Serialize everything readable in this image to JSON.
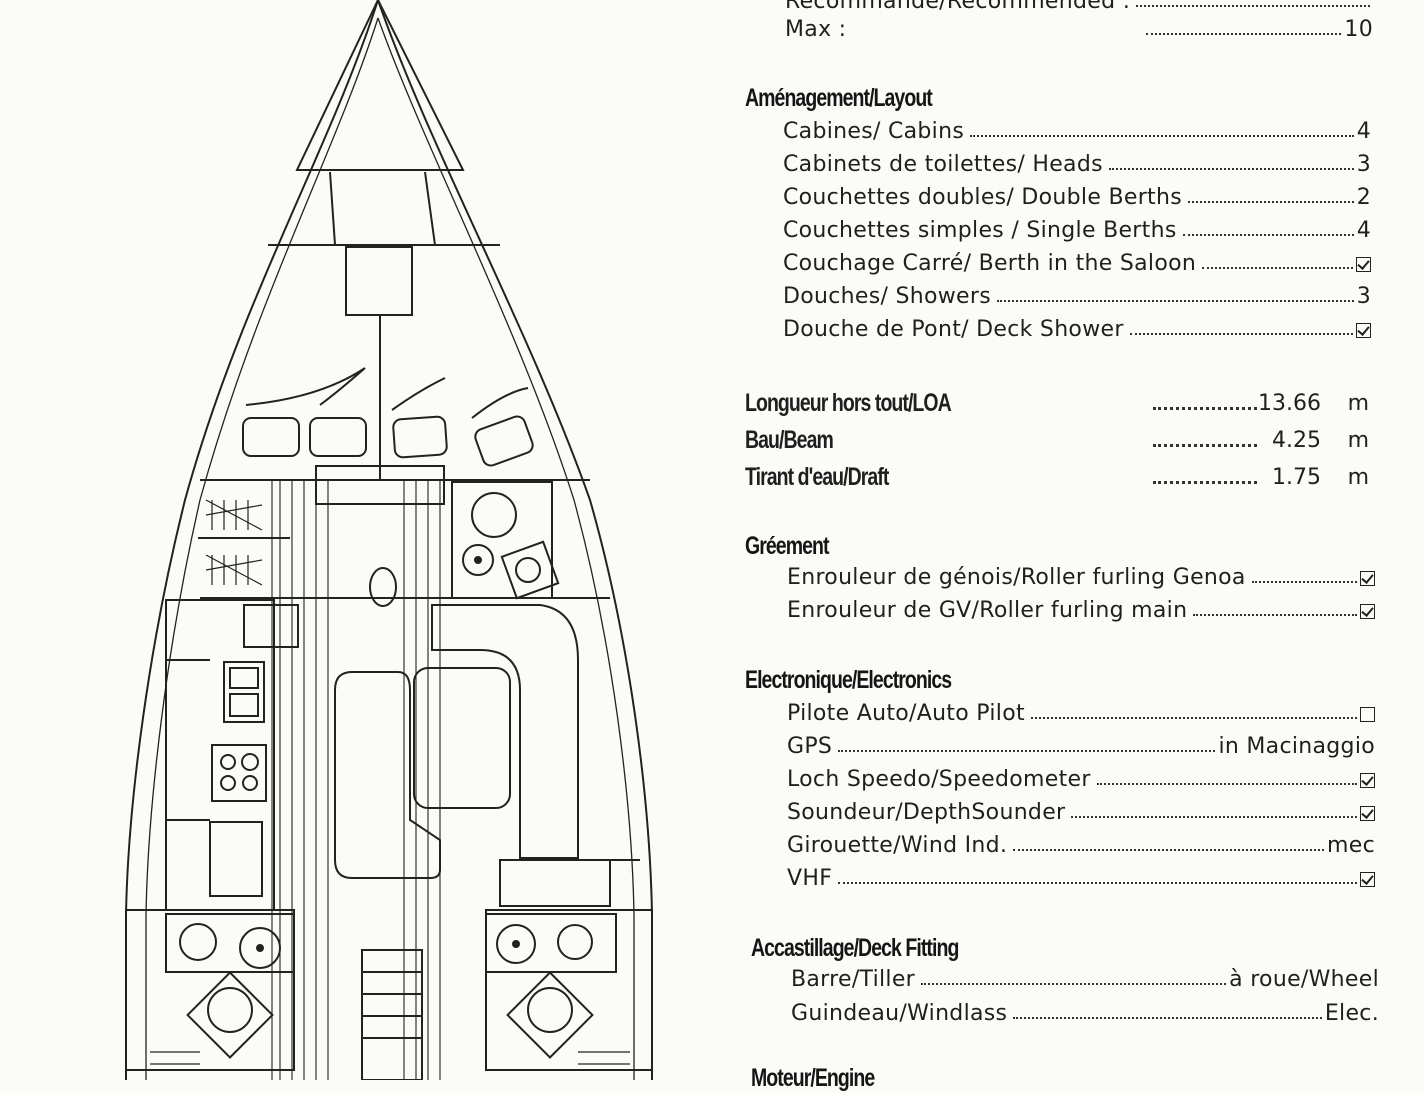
{
  "capacity": {
    "recommended_label": "Recommandé/Recommended :",
    "max_label": "Max :",
    "max_value": "10"
  },
  "layout": {
    "heading": "Aménagement/Layout",
    "items": [
      {
        "label": "Cabines/ Cabins",
        "value": "4"
      },
      {
        "label": "Cabinets de toilettes/ Heads",
        "value": "3"
      },
      {
        "label": "Couchettes doubles/ Double Berths",
        "value": "2"
      },
      {
        "label": "Couchettes simples / Single Berths",
        "value": "4"
      },
      {
        "label": "Couchage Carré/ Berth in the Saloon",
        "value": "checked"
      },
      {
        "label": "Douches/ Showers",
        "value": "3"
      },
      {
        "label": "Douche de Pont/ Deck Shower",
        "value": "checked"
      }
    ]
  },
  "dimensions": [
    {
      "label": "Longueur hors tout/LOA",
      "value": "13.66",
      "unit": "m"
    },
    {
      "label": "Bau/Beam",
      "value": "4.25",
      "unit": "m"
    },
    {
      "label": "Tirant d'eau/Draft",
      "value": "1.75",
      "unit": "m"
    }
  ],
  "rigging": {
    "heading": "Gréement",
    "items": [
      {
        "label": "Enrouleur de génois/Roller furling Genoa",
        "value": "checked"
      },
      {
        "label": "Enrouleur de GV/Roller furling main",
        "value": "checked"
      }
    ]
  },
  "electronics": {
    "heading": "Electronique/Electronics",
    "items": [
      {
        "label": "Pilote Auto/Auto Pilot",
        "value": "unchecked"
      },
      {
        "label": "GPS",
        "value": "in Macinaggio"
      },
      {
        "label": "Loch Speedo/Speedometer",
        "value": "checked"
      },
      {
        "label": "Soundeur/DepthSounder",
        "value": "checked"
      },
      {
        "label": "Girouette/Wind Ind.",
        "value": "mec"
      },
      {
        "label": "VHF",
        "value": "checked"
      }
    ]
  },
  "deck": {
    "heading": "Accastillage/Deck Fitting",
    "items": [
      {
        "label": "Barre/Tiller",
        "value": "à roue/Wheel"
      },
      {
        "label": "Guindeau/Windlass",
        "value": "Elec."
      }
    ]
  },
  "engine": {
    "heading": "Moteur/Engine"
  }
}
